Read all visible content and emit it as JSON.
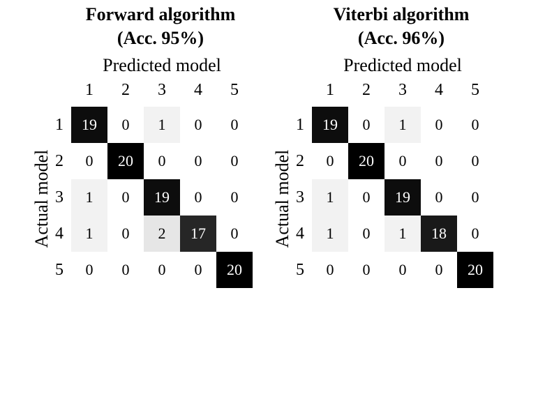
{
  "chart_data": [
    {
      "type": "heatmap",
      "title": "Forward algorithm",
      "subtitle": "(Acc.  95%)",
      "xlabel": "Predicted model",
      "ylabel": "Actual model",
      "x_ticks": [
        "1",
        "2",
        "3",
        "4",
        "5"
      ],
      "y_ticks": [
        "1",
        "2",
        "3",
        "4",
        "5"
      ],
      "colormap": "white-to-black",
      "vmax": 20,
      "values": [
        [
          19,
          0,
          1,
          0,
          0
        ],
        [
          0,
          20,
          0,
          0,
          0
        ],
        [
          1,
          0,
          19,
          0,
          0
        ],
        [
          1,
          0,
          2,
          17,
          0
        ],
        [
          0,
          0,
          0,
          0,
          20
        ]
      ]
    },
    {
      "type": "heatmap",
      "title": "Viterbi algorithm",
      "subtitle": "(Acc.  96%)",
      "xlabel": "Predicted model",
      "ylabel": "Actual model",
      "x_ticks": [
        "1",
        "2",
        "3",
        "4",
        "5"
      ],
      "y_ticks": [
        "1",
        "2",
        "3",
        "4",
        "5"
      ],
      "colormap": "white-to-black",
      "vmax": 20,
      "values": [
        [
          19,
          0,
          1,
          0,
          0
        ],
        [
          0,
          20,
          0,
          0,
          0
        ],
        [
          1,
          0,
          19,
          0,
          0
        ],
        [
          1,
          0,
          1,
          18,
          0
        ],
        [
          0,
          0,
          0,
          0,
          20
        ]
      ]
    }
  ]
}
